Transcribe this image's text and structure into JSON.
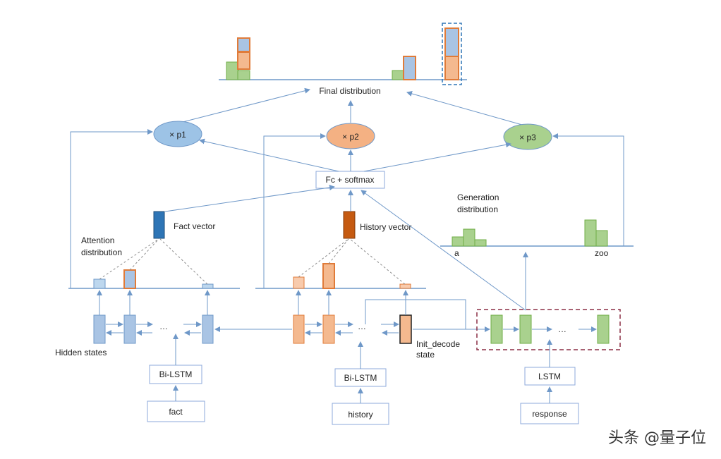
{
  "labels": {
    "final_distribution": "Final distribution",
    "p1": "× p1",
    "p2": "× p2",
    "p3": "× p3",
    "fc_softmax": "Fc + softmax",
    "fact_vector": "Fact vector",
    "history_vector": "History vector",
    "generation_distribution_1": "Generation",
    "generation_distribution_2": "distribution",
    "attention_distribution_1": "Attention",
    "attention_distribution_2": "distribution",
    "gen_a": "a",
    "gen_zoo": "zoo",
    "hidden_states": "Hidden states",
    "init_decode_1": "Init_decode",
    "init_decode_2": "state",
    "ellipsis": "…",
    "fact_bilstm": "Bi-LSTM",
    "fact_input": "fact",
    "history_bilstm": "Bi-LSTM",
    "history_input": "history",
    "response_lstm": "LSTM",
    "response_input": "response"
  },
  "watermark": "头条 @量子位",
  "colors": {
    "blue_fill": "#a9c4e4",
    "blue_border": "#6f98c8",
    "orange_fill": "#f4b98f",
    "orange_border": "#e07b39",
    "green_fill": "#a9d18e",
    "green_border": "#70ad47",
    "ellipse_blue": "#9dc3e6",
    "ellipse_orange": "#f4b183",
    "ellipse_green": "#a9d18e",
    "arrow": "#6f98c8",
    "dashed_blue": "#2e75b6",
    "dashed_red": "#8b2e45",
    "fact_vector": "#2e75b6",
    "history_vector": "#c55a11"
  }
}
